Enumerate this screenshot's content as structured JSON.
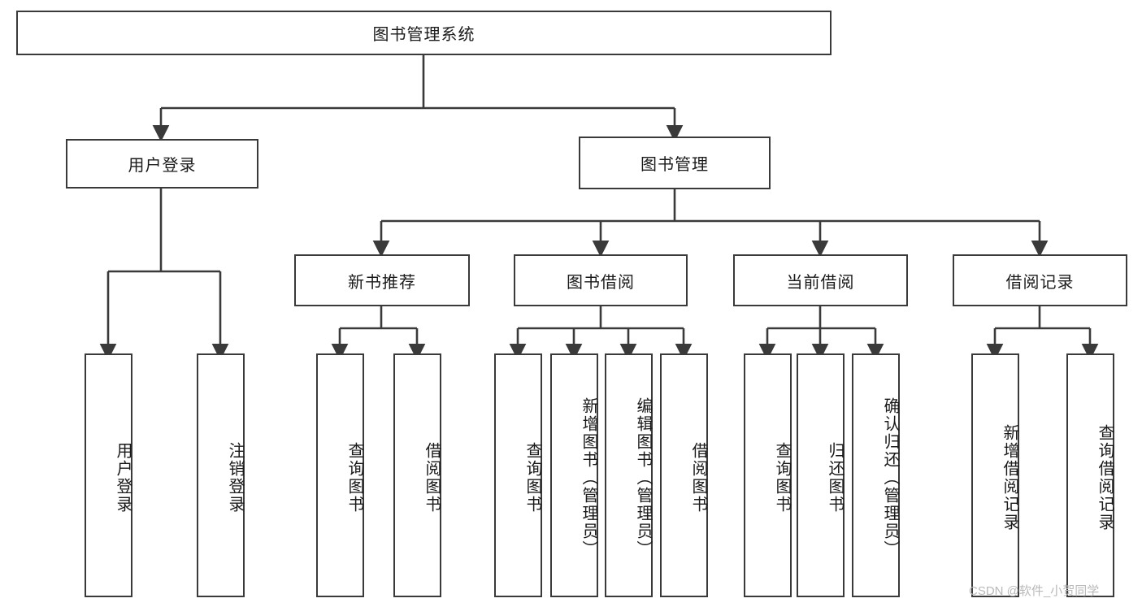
{
  "diagram": {
    "type": "hierarchy-tree",
    "title_node": {
      "label": "图书管理系统"
    },
    "level1": [
      {
        "label": "用户登录"
      },
      {
        "label": "图书管理"
      }
    ],
    "level2": [
      {
        "label": "新书推荐"
      },
      {
        "label": "图书借阅"
      },
      {
        "label": "当前借阅"
      },
      {
        "label": "借阅记录"
      }
    ],
    "leaves": {
      "user_login": [
        {
          "label": "用户登录"
        },
        {
          "label": "注销登录"
        }
      ],
      "new_book_recommend": [
        {
          "label": "查询图书"
        },
        {
          "label": "借阅图书"
        }
      ],
      "book_borrow": [
        {
          "label": "查询图书"
        },
        {
          "label": "新增图书（管理员）"
        },
        {
          "label": "编辑图书（管理员）"
        },
        {
          "label": "借阅图书"
        }
      ],
      "current_borrow": [
        {
          "label": "查询图书"
        },
        {
          "label": "归还图书"
        },
        {
          "label": "确认归还（管理员）"
        }
      ],
      "borrow_record": [
        {
          "label": "新增借阅记录"
        },
        {
          "label": "查询借阅记录"
        }
      ]
    }
  },
  "watermark": {
    "text": "CSDN @软件_小贺同学"
  },
  "colors": {
    "stroke": "#3a3a3a",
    "fill": "#ffffff",
    "text": "#1a1a1a",
    "watermark": "#b9b9b9"
  }
}
